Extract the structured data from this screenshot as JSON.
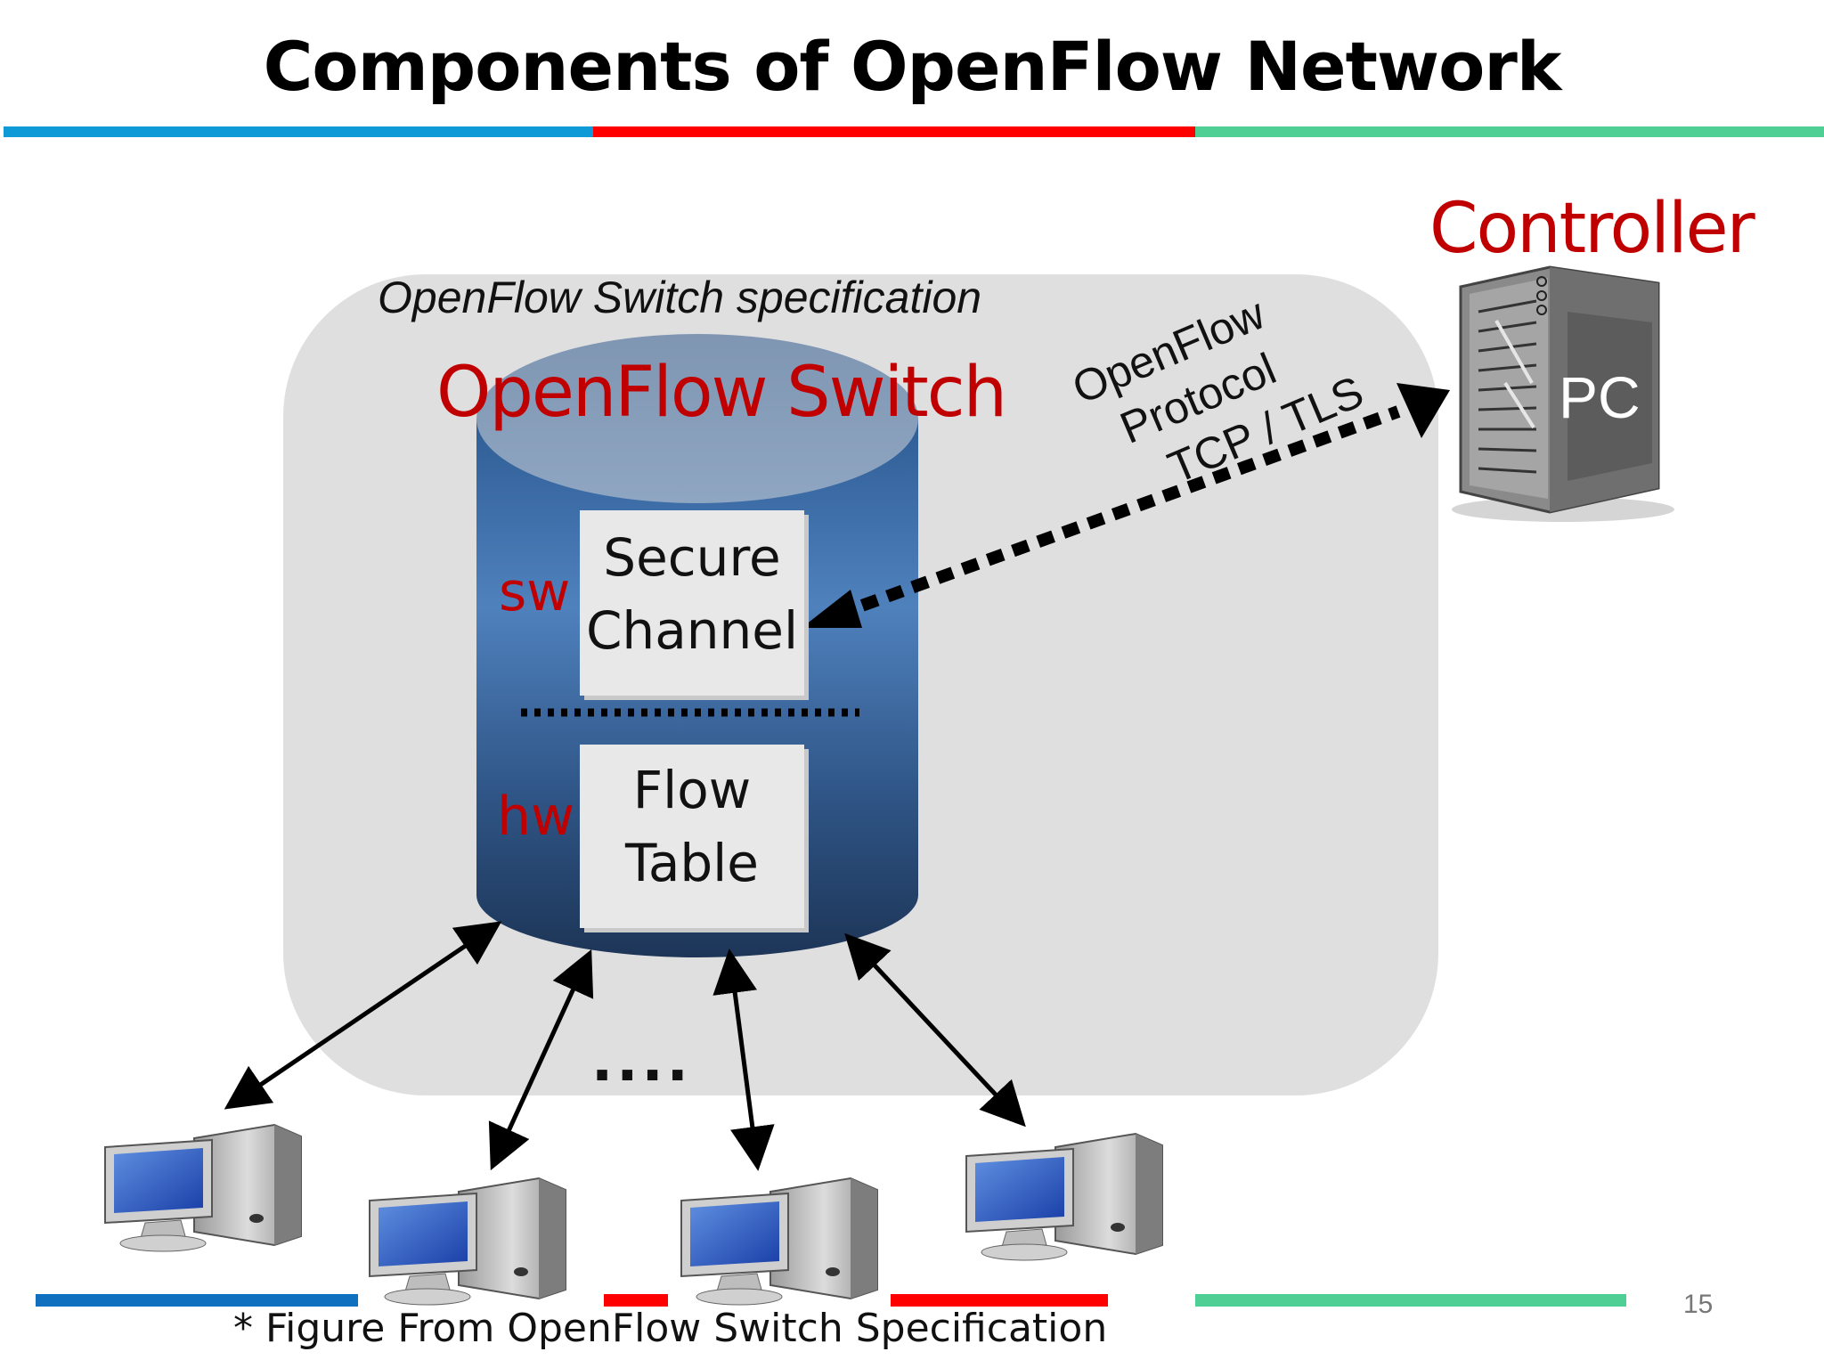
{
  "slide": {
    "title": "Components of OpenFlow Network",
    "spec_label": "OpenFlow Switch specification",
    "switch_title": "OpenFlow Switch",
    "controller_title": "Controller",
    "pc_label": "PC",
    "secure_channel": [
      "Secure",
      "Channel"
    ],
    "flow_table": [
      "Flow",
      "Table"
    ],
    "sw_label": "sw",
    "hw_label": "hw",
    "protocol_lines": [
      "OpenFlow",
      "Protocol",
      "TCP / TLS"
    ],
    "ellipsis": "....",
    "footnote": "* Figure From OpenFlow Switch Specification",
    "page_number": "15"
  },
  "colors": {
    "blue_bar": "#0e9ad7",
    "red_bar": "#ff0000",
    "green_bar": "#4fcf93",
    "accent_red": "#c00000",
    "cylinder_blue": "#4f81bd"
  }
}
